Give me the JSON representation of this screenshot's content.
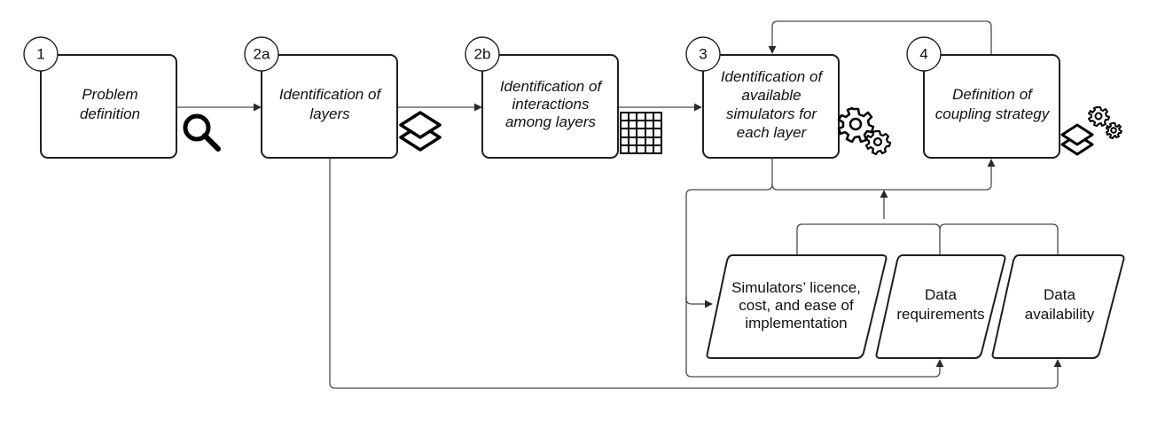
{
  "steps": [
    {
      "id": "1",
      "lines": [
        "Problem",
        "definition"
      ]
    },
    {
      "id": "2a",
      "lines": [
        "Identification of",
        "layers"
      ]
    },
    {
      "id": "2b",
      "lines": [
        "Identification of",
        "interactions",
        "among layers"
      ]
    },
    {
      "id": "3",
      "lines": [
        "Identification of",
        "available",
        "simulators for",
        "each layer"
      ]
    },
    {
      "id": "4",
      "lines": [
        "Definition of",
        "coupling strategy"
      ]
    }
  ],
  "inputs": [
    {
      "lines": [
        "Simulators’ licence,",
        "cost, and ease of",
        "implementation"
      ]
    },
    {
      "lines": [
        "Data",
        "requirements"
      ]
    },
    {
      "lines": [
        "Data",
        "availability"
      ]
    }
  ],
  "icons": [
    "magnifier-icon",
    "layers-icon",
    "grid-icon",
    "gears-icon",
    "layers-gears-icon"
  ]
}
